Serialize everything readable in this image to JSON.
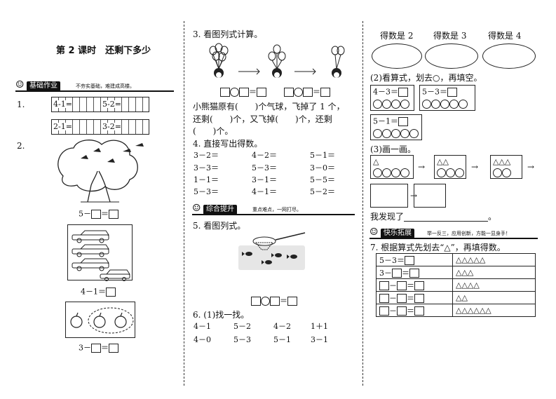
{
  "lesson": {
    "title": "第 2 课时　还剩下多少"
  },
  "banners": {
    "basic": {
      "label": "基础作业",
      "tip": "不夯实基础，难建成高楼。"
    },
    "improve": {
      "label": "综合提升",
      "tip": "重点难点，一网打尽。"
    },
    "extend": {
      "label": "快乐拓展",
      "tip": "举一反三，应用创新，方能一显身手！"
    }
  },
  "left": {
    "q1": {
      "num": "1.",
      "rows": [
        "4-1=",
        "5-2=",
        "2-1=",
        "3-2="
      ]
    },
    "q2": {
      "num": "2."
    },
    "eq_tree": {
      "a": "5",
      "op1": "－",
      "op2": "＝"
    },
    "eq_cars": {
      "a": "4",
      "op1": "－",
      "b": "1",
      "op2": "＝"
    },
    "eq_apples": {
      "a": "3",
      "op1": "－",
      "op2": "＝"
    }
  },
  "middle": {
    "q3": {
      "title": "3. 看图列式计算。"
    },
    "eq": "＝",
    "q3_text": [
      "小熊猫原有(　　)个气球，飞掉了 1 个，",
      "还剩(　　)个，又飞掉(　　)个，还剩",
      "(　　)个。"
    ],
    "q4": {
      "title": "4. 直接写出得数。",
      "rows": [
        [
          "3－2＝",
          "4－2＝",
          "5－1＝"
        ],
        [
          "3－3＝",
          "5－3＝",
          "3－0＝"
        ],
        [
          "1－1＝",
          "3－1＝",
          "5－5＝"
        ],
        [
          "5－3＝",
          "4－1＝",
          "5－2＝"
        ]
      ]
    },
    "q5": {
      "title": "5. 看图列式。"
    },
    "q6": {
      "title": "6. (1)找一找。",
      "rows": [
        [
          "4－1",
          "5－2",
          "4－2",
          "1＋1"
        ],
        [
          "4－0",
          "5－3",
          "5－1",
          "3－1"
        ]
      ]
    }
  },
  "right": {
    "scores": [
      "得数是 2",
      "得数是 3",
      "得数是 4"
    ],
    "part2": "(2)看算式，划去○，再填空。",
    "eqs": [
      "4－3＝",
      "5－3＝",
      "5－1＝"
    ],
    "part3": "(3)画一画。",
    "found": "我发现了",
    "found_end": "。",
    "q7": {
      "title": "7. 根据算式先划去“△”，再填得数。",
      "rows": [
        {
          "eq": "5－3＝",
          "tri": "△△△△△"
        },
        {
          "eq": "3－",
          "eq2": "＝",
          "tri": "△△△"
        },
        {
          "eq": "",
          "eq2": "",
          "tri": "△△△△"
        },
        {
          "eq": "",
          "eq2": "",
          "tri": "△△"
        },
        {
          "eq": "",
          "eq2": "",
          "tri": "△△△△△△"
        }
      ]
    }
  }
}
